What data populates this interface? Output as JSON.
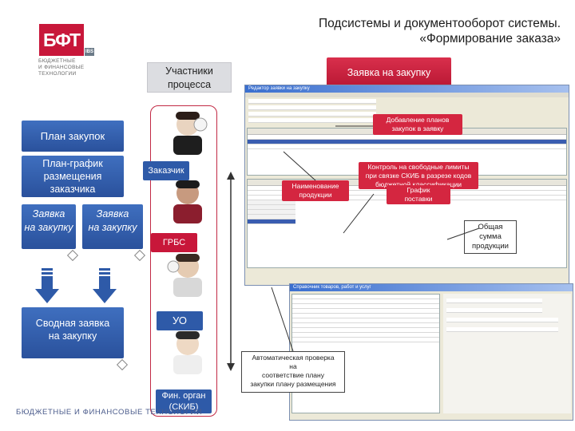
{
  "header": {
    "title_line1": "Подсистемы и документооборот системы.",
    "title_line2": "«Формирование заказа»"
  },
  "logo": {
    "brand": "БФТ",
    "badge": "IBS",
    "sub_line1": "БЮДЖЕТНЫЕ",
    "sub_line2": "И ФИНАНСОВЫЕ",
    "sub_line3": "ТЕХНОЛОГИИ"
  },
  "footer": {
    "text": "БЮДЖЕТНЫЕ И ФИНАНСОВЫЕ ТЕХНОЛОГИИ"
  },
  "left_flow": {
    "plan": "План закупок",
    "plan_graf_line1": "План-график",
    "plan_graf_line2": "размещения",
    "plan_graf_line3": "заказчика",
    "zay_line1": "Заявка",
    "zay_line2": "на закупку",
    "svod_line1": "Сводная заявка",
    "svod_line2": "на закупку"
  },
  "participants": {
    "header_line1": "Участники",
    "header_line2": "процесса",
    "roles": {
      "customer": "Заказчик",
      "grbs": "ГРБС",
      "uo": "УО",
      "fin_line1": "Фин. орган",
      "fin_line2": "(СКИБ)"
    }
  },
  "main": {
    "zayavka_header": "Заявка на закупку",
    "callouts": {
      "add_plans_line1": "Добавление планов",
      "add_plans_line2": "закупок в заявку",
      "control_line1": "Контроль на свободные лимиты",
      "control_line2": "при связке СКИБ в разрезе кодов",
      "control_line3": "бюджетной классификации",
      "product_line1": "Наименование",
      "product_line2": "продукции",
      "schedule_line1": "График",
      "schedule_line2": "поставки",
      "total_line1": "Общая",
      "total_line2": "сумма",
      "total_line3": "продукции",
      "auto_line1": "Автоматическая проверка",
      "auto_line2": "на",
      "auto_line3": "соответствие плану",
      "auto_line4": "закупки плану размещения"
    },
    "windows": {
      "top_title": "Редактор заявки на закупку",
      "tree_title": "Справочник товаров, работ и услуг"
    }
  },
  "colors": {
    "brand_red": "#c8173a",
    "blue": "#2e5aa8"
  }
}
